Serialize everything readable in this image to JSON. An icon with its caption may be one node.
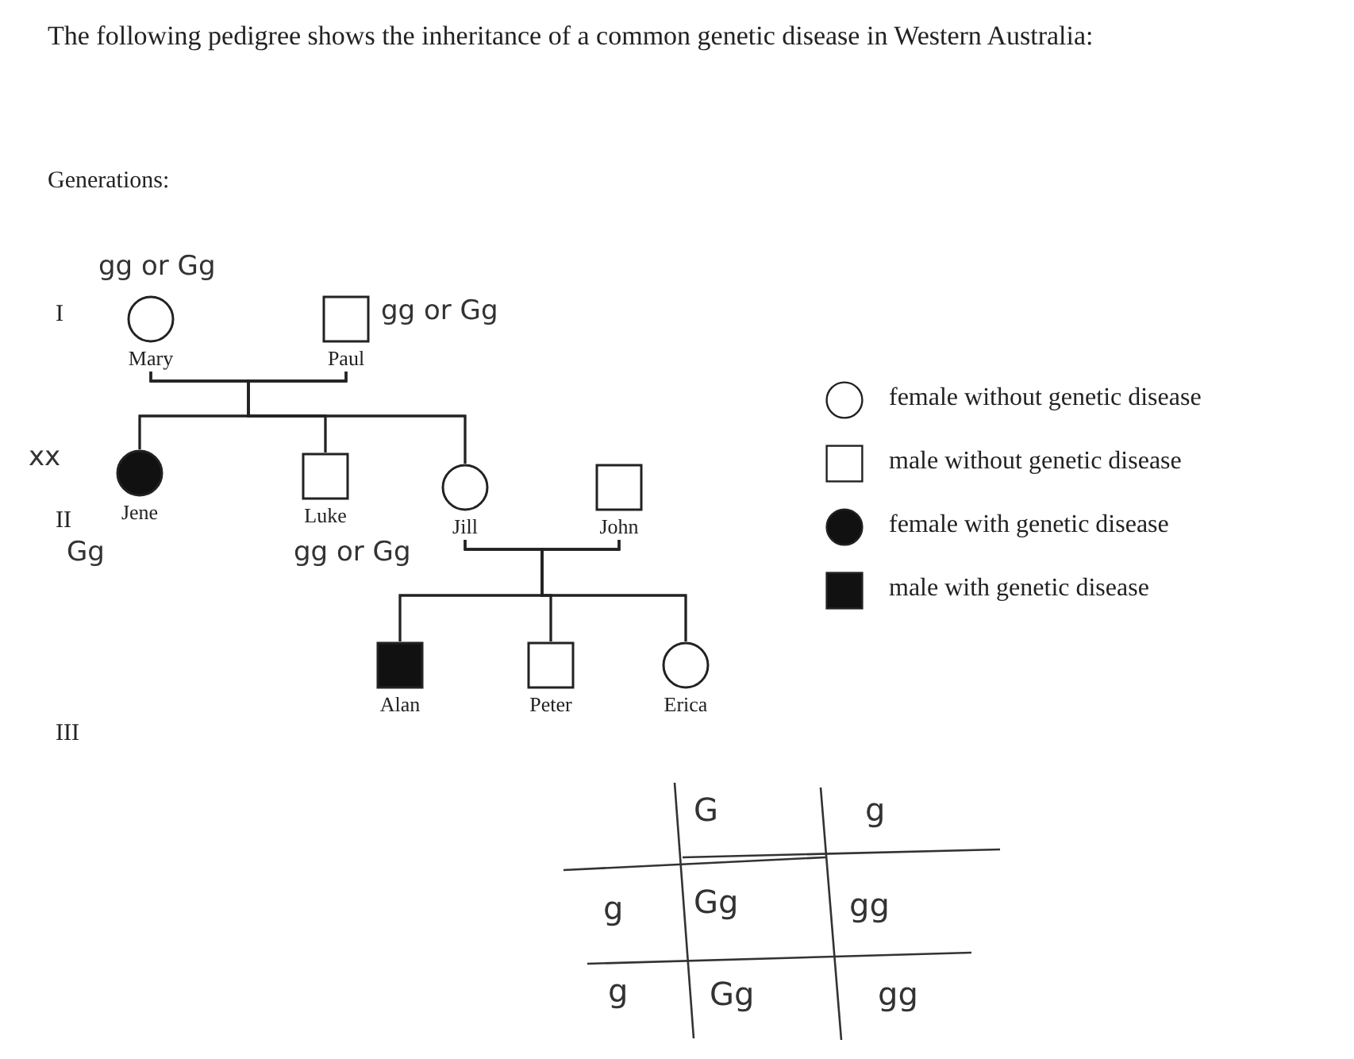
{
  "diagram": {
    "title": "The following pedigree shows the inheritance of a common genetic disease in Western Australia:",
    "nodes": [
      {
        "text": [
          "Mary"
        ],
        "beside": [
          "gg or Gg"
        ]
      },
      {
        "text": [
          "Paul"
        ],
        "beside": [
          "gg or Gg"
        ]
      },
      {
        "text": [
          "Jene"
        ],
        "beside": [
          "xx",
          "Gg"
        ]
      },
      {
        "text": [
          "Luke"
        ],
        "beside": [
          "gg or Gg"
        ]
      },
      {
        "text": [
          "Jill"
        ]
      },
      {
        "text": [
          "John"
        ]
      },
      {
        "text": [
          "Alan"
        ]
      },
      {
        "text": [
          "Peter"
        ]
      },
      {
        "text": [
          "Erica"
        ]
      }
    ],
    "edges": [
      {
        "from": 0,
        "to": 1,
        "arrow": "none"
      },
      {
        "from": 0,
        "to": 2,
        "arrow": "none"
      },
      {
        "from": 1,
        "to": 2,
        "arrow": "none"
      },
      {
        "from": 0,
        "to": 3,
        "arrow": "none"
      },
      {
        "from": 1,
        "to": 3,
        "arrow": "none"
      },
      {
        "from": 0,
        "to": 4,
        "arrow": "none"
      },
      {
        "from": 1,
        "to": 4,
        "arrow": "none"
      },
      {
        "from": 4,
        "to": 5,
        "arrow": "none"
      },
      {
        "from": 4,
        "to": 6,
        "arrow": "none"
      },
      {
        "from": 5,
        "to": 6,
        "arrow": "none"
      },
      {
        "from": 4,
        "to": 7,
        "arrow": "none"
      },
      {
        "from": 5,
        "to": 7,
        "arrow": "none"
      },
      {
        "from": 4,
        "to": 8,
        "arrow": "none"
      },
      {
        "from": 5,
        "to": 8,
        "arrow": "none"
      }
    ],
    "labels": [
      "Generations:",
      "I",
      "II",
      "III",
      "G",
      "g",
      "g",
      "Gg",
      "gg",
      "g",
      "Gg",
      "gg"
    ],
    "legend": [
      {
        "text": "female without genetic disease"
      },
      {
        "text": "male without genetic disease"
      },
      {
        "text": "female with genetic disease"
      },
      {
        "text": "male with genetic disease"
      }
    ]
  }
}
